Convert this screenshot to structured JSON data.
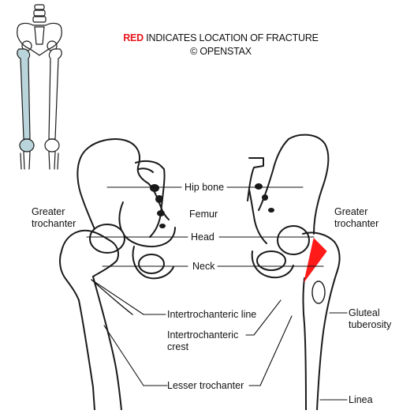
{
  "title": {
    "highlight": "RED",
    "rest": " INDICATES LOCATION OF FRACTURE",
    "credit": "© OPENSTAX"
  },
  "labels": {
    "hip_bone": "Hip bone",
    "femur": "Femur",
    "head": "Head",
    "neck": "Neck",
    "greater_trochanter_left": "Greater trochanter",
    "greater_trochanter_right": "Greater trochanter",
    "intertrochanteric_line": "Intertrochanteric line",
    "intertrochanteric_crest": "Intertrochanteric crest",
    "lesser_trochanter": "Lesser trochanter",
    "gluteal_tuberosity": "Gluteal tuberosity",
    "linea": "Linea"
  },
  "colors": {
    "fracture": "#ff1a1a",
    "highlight_bone": "#b9d4da",
    "title_red": "#e8141a"
  }
}
